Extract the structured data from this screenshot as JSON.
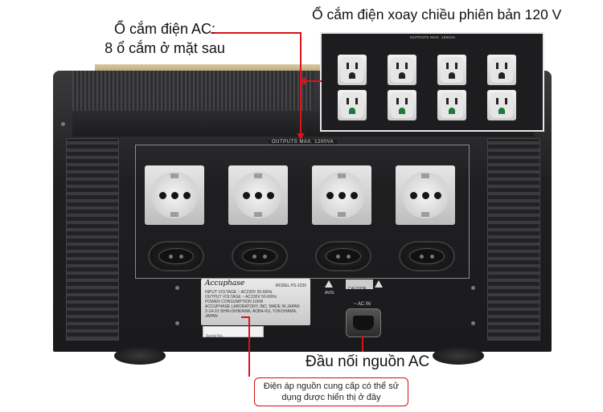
{
  "annotations": {
    "rear_outlets_line1": "Ổ cắm điện AC:",
    "rear_outlets_line2": "8 ổ cắm ở mặt sau",
    "version_120v": "Ổ cắm điện xoay chiều phiên bản 120 V",
    "ac_inlet": "Đầu nối nguồn AC",
    "callout_voltage": "Điện áp nguồn cung cấp có thể sử dụng được hiển thị ở đây"
  },
  "device": {
    "panel_label": "OUTPUTS MAX. 1200VA",
    "inset_label": "OUTPUTS MAX. 1000VA",
    "brand": "Accuphase",
    "model": "MODEL PS-1230",
    "plate_lines": [
      "INPUT VOLTAGE ~ AC230V 50-60Hz",
      "OUTPUT VOLTAGE ~ AC230V 50-60Hz",
      "POWER CONSUMPTION 100W",
      "ACCUPHASE LABORATORY, INC. MADE IN JAPAN",
      "2-14-10 SHIN-ISHIKAWA, AOBA-KU, YOKOHAMA, JAPAN"
    ],
    "serial_text": "Serial No.",
    "caution": "CAUTION",
    "avis": "AVIS:",
    "ac_in_label": "~ AC IN"
  },
  "colors": {
    "accent_red": "#d8141c",
    "chassis": "#1f1f21",
    "outlet": "#d9d9d9",
    "ground_green": "#1d7a3a"
  }
}
